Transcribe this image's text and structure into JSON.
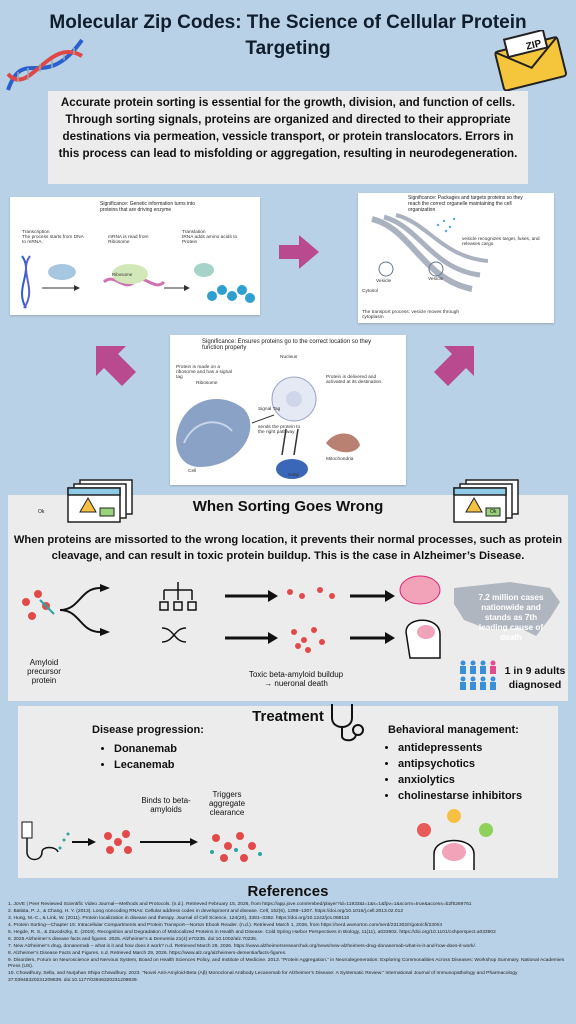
{
  "title": "Molecular Zip Codes: The Science of Cellular Protein Targeting",
  "zip_label": "ZIP",
  "intro": "Accurate protein sorting is essential for the growth, division, and function of cells. Through sorting signals, proteins are organized and directed to their appropriate destinations via permeation, vessicle transport, or protein translocators. Errors in this process can lead to misfolding or aggregation, resulting in neurodegeneration.",
  "panel1": {
    "significance": "Significance: Genetic information turns into proteins that are driving enzyme",
    "transcription": "Transcription\nThe process starts from DNA to mRNA.",
    "mrna": "mRNA is read from Ribosome",
    "translation": "Translation\ntRNA adds amino acids to Protein",
    "ribosome": "Ribosome"
  },
  "panel2": {
    "significance": "Significance: Packages and targets proteins so they reach the correct organelle maintaining the cell organization",
    "vesicle_note": "vesicle recognizes target, fuses, and releases cargo",
    "vesicle1": "Vesicle",
    "vesicle2": "Vesicle",
    "cytosol": "Cytosol",
    "transport": "The transport process: vesicle moves through cytoplasm"
  },
  "panel3": {
    "significance": "Significance: Ensures proteins go to the correct location so they function properly",
    "made": "Protein is made on a ribosome and has a signal tag",
    "ribosome": "Ribosome",
    "nucleus": "Nucleus",
    "delivered": "Protein is delivered and activated at its destination.",
    "signal_tag": "Signal Tag",
    "sends": "sends the protein to the right pathway",
    "mitochondria": "Mitochondria",
    "golgi": "Golgi",
    "cell": "Cell"
  },
  "wrong": {
    "title": "When Sorting Goes Wrong",
    "text": "When proteins are missorted to the wrong location, it prevents their normal processes, such as protein cleavage, and can result in toxic protein buildup. This is the case in Alzheimer’s Disease.",
    "ok": "Ok",
    "app": "Amyloid precursor protein",
    "toxic": "Toxic beta-amyloid buildup → nueronal death",
    "stat": "7.2 million cases nationwide and stands as 7th leading cause of death",
    "ratio": "1 in 9 adults diagnosed"
  },
  "treatment": {
    "title": "Treatment",
    "disease_head": "Disease progression:",
    "drugs": [
      "Donanemab",
      "Lecanemab"
    ],
    "binds": "Binds to beta-amyloids",
    "triggers": "Triggers aggregate clearance",
    "behav_head": "Behavioral management:",
    "behav": [
      "antidepressents",
      "antipsychotics",
      "anxiolytics",
      "cholinestarse inhibitors"
    ]
  },
  "references": {
    "title": "References",
    "items": [
      "1. JoVE | Peer Reviewed Scientific Video Journal—Methods and Protocols. (n.d.). Retrieved February 15, 2026, from https://app.jove.com/embed/player?id=11933&t=1&s=1&fpv=1&scorm=true&access=b2f6269761",
      "2. Batista, P. J., & Chang, H. Y. (2013). Long noncoding RNAs: Cellular address codes in development and disease. Cell, 152(6), 1298–1307. https://doi.org/10.1016/j.cell.2013.02.012",
      "3. Hung, M.-C., & Link, W. (2011). Protein localization in disease and therapy. Journal of Cell Science, 124(20), 3381–3392. https://doi.org/10.1242/jcs.089110",
      "4. Protein Sorting—Chapter 15: Intracellular Compartments and Protein Transport—Norton Ebook Reader. (n.d.). Retrieved March 1, 2026, from https://nerd.wwnorton.com/nerd/231302/r/goto/cfi/230!/4",
      "5. Hegde, R. S., & Zavodszky, E. (2019). Recognition and Degradation of Mislocalized Proteins in Health and Disease. Cold Spring Harbor Perspectives in Biology, 11(11), a033902. https://doi.org/10.1101/cshperspect.a033902",
      "6. 2025 Alzheimer’s disease facts and figures. 2025. Alzheimer’s & Dementia 21(4):e70235. doi:10.1002/alz.70235.",
      "7. New Alzheimer’s drug, donanemab – what is it and how does it work? n.d. Retrieved March 29, 2026. https://www.alzheimersresearchuk.org/news/new-alzheimers-drug-donanemab-what-is-it-and-how-does-it-work/.",
      "8. Alzheimer’s Disease Facts and Figures. n.d. Retrieved March 29, 2026. https://www.alz.org/alzheimers-dementia/facts-figures.",
      "9. Disorders, Forum on Neuroscience and Nervous System, Board on Health Sciences Policy, and Institute of Medicine. 2013. “Protein Aggregation.” in Neurodegeneration: Exploring Commonalities Across Diseases: Workshop Summary. National Academies Press (US).",
      "10. Chowdhury, Sella, and Nurjahan Shipa Chowdhury. 2023. “Novel Anti-Amyloid-Beta (Aβ) Monoclonal Antibody Lecanemab for Alzheimer’s Disease: A Systematic Review.” International Journal of Immunopathology and Pharmacology 37:03946320231209839. doi:10.1177/03946320231209839."
    ]
  }
}
